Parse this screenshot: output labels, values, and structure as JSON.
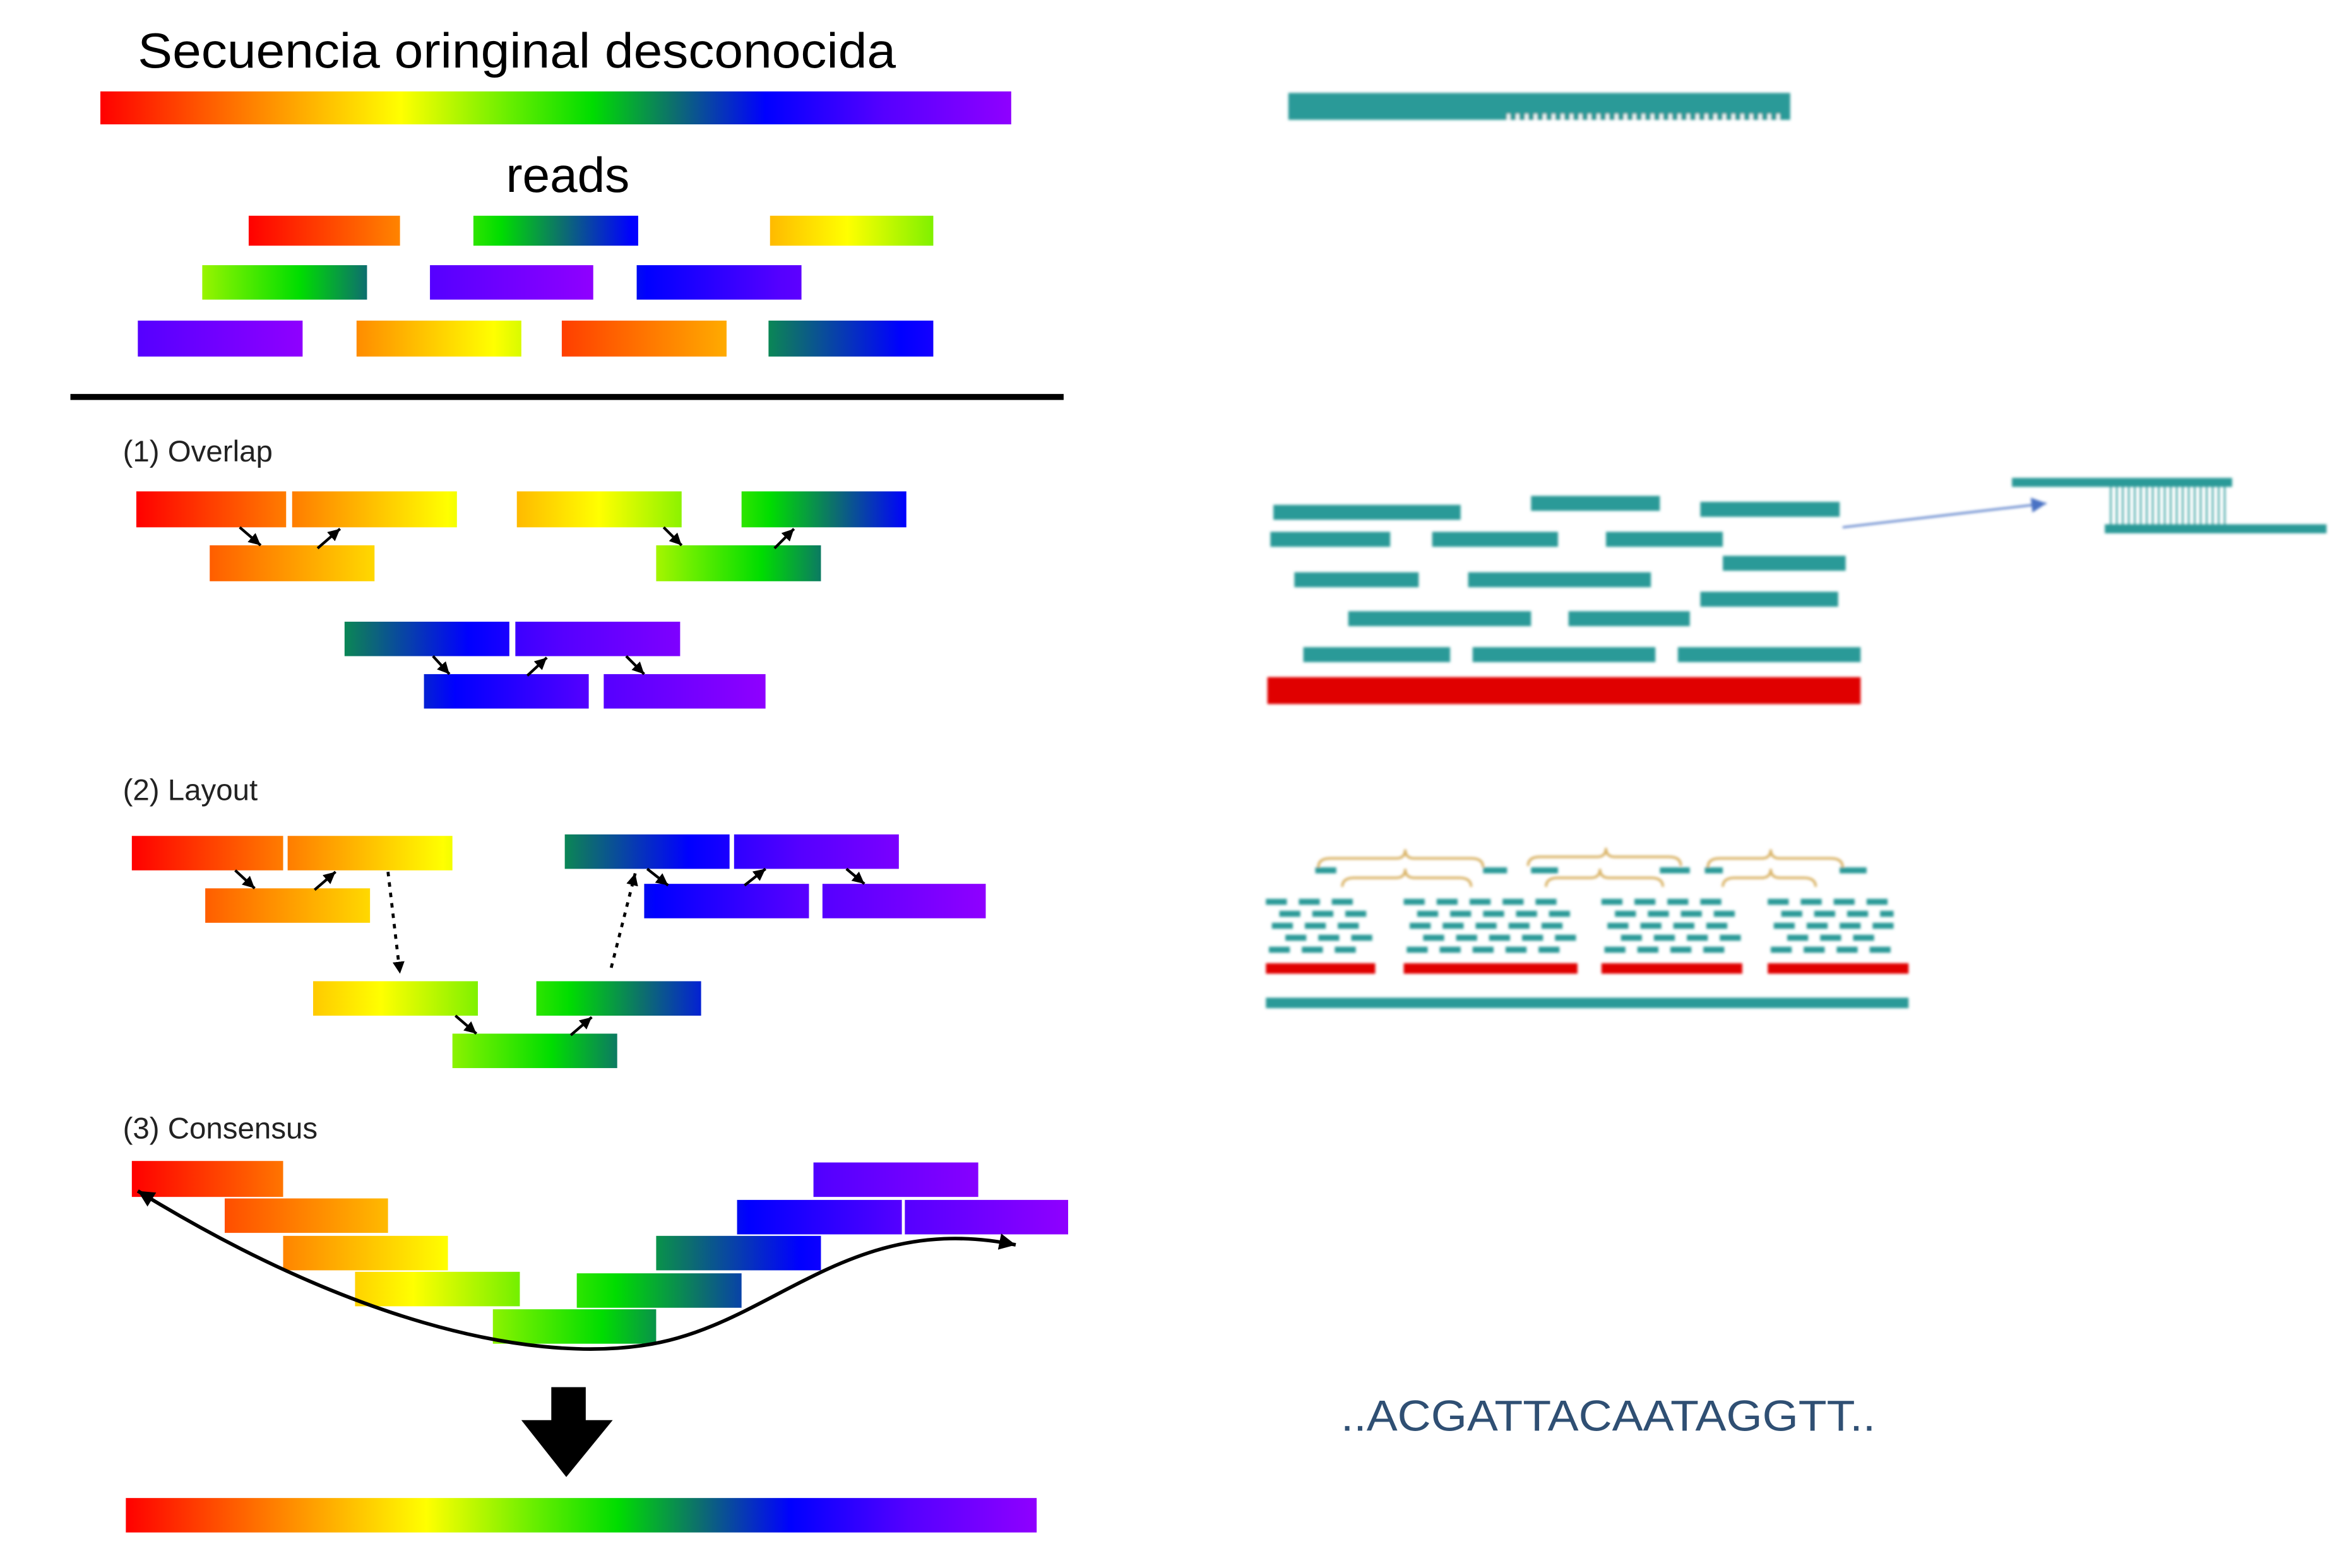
{
  "title": "Secuencia oringinal desconocida",
  "reads_label": "reads",
  "steps": {
    "overlap": "(1) Overlap",
    "layout": "(2) Layout",
    "consensus": "(3) Consensus"
  },
  "consensus_sequence": "..ACGATTACAATAGGTT..",
  "colors": {
    "rainbow": [
      "#ff0000",
      "#ff8c00",
      "#ffff00",
      "#66ee00",
      "#00dd00",
      "#0d6e6e",
      "#0000ff",
      "#5500ff",
      "#8f00ff"
    ],
    "teal": "#2a9a98",
    "red": "#e00000",
    "bracket": "#d8b060",
    "arrow_blue": "#4a72c4",
    "sequence_text": "#2f4f73",
    "black": "#000000"
  }
}
